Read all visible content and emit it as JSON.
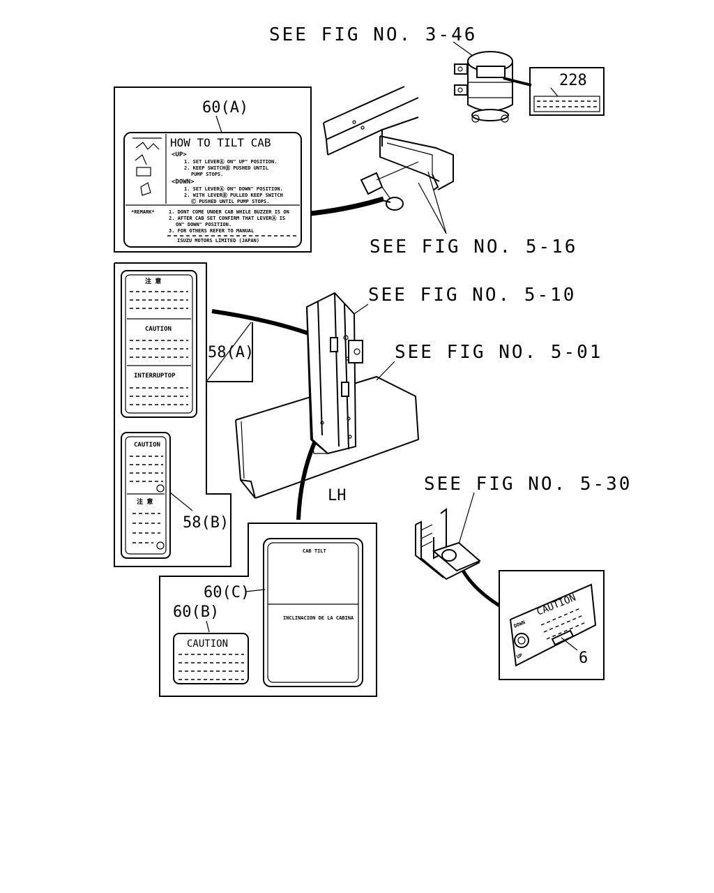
{
  "references": {
    "fig_3_46": "SEE FIG NO. 3-46",
    "fig_5_16": "SEE FIG NO. 5-16",
    "fig_5_10": "SEE FIG NO. 5-10",
    "fig_5_01": "SEE FIG NO. 5-01",
    "fig_5_30": "SEE FIG NO. 5-30"
  },
  "callouts": {
    "c228": "228",
    "c60a": "60(A)",
    "c58a": "58(A)",
    "c58b": "58(B)",
    "c60c": "60(C)",
    "c60b": "60(B)",
    "c6": "6",
    "lh": "LH"
  },
  "label_60a": {
    "title": "HOW TO TILT CAB",
    "up": "<UP>",
    "up_1": "1. SET LEVERⒶ ON\" UP\" POSITION.",
    "up_2": "2. KEEP SWITCHⒷ PUSHED UNTIL",
    "up_3": "PUMP STOPS.",
    "down": "<DOWN>",
    "down_1": "1. SET LEVERⒶ ON\" DOWN\" POSITION.",
    "down_2": "2. WITH LEVERⒷ PULLED KEEP SWITCH",
    "down_3": "Ⓒ PUSHED UNTIL PUMP STOPS.",
    "remark": "*REMARK*",
    "remark_1": "1. DONT COME UNDER CAB WHILE BUZZER IS ON",
    "remark_2": "2. AFTER CAB SET CONFIRM THAT LEVERⒶ IS",
    "remark_3": "ON\" DOWN\" POSITION.",
    "remark_4": "3. FOR OTHERS REFER TO MANUAL",
    "maker": "ISUZU MOTORS LIMITED (JAPAN)"
  },
  "label_58a": {
    "header": "注  意",
    "caution": "CAUTION",
    "interruptor": "INTERRUPTOP"
  },
  "label_58b": {
    "caution": "CAUTION",
    "header": "注  意"
  },
  "label_60c": {
    "top": "CAB TILT",
    "bottom": "INCLINACION DE LA CABINA"
  },
  "label_60b": {
    "caution": "CAUTION"
  },
  "label_6": {
    "caution": "CAUTION",
    "down": "DOWN",
    "up": "UP"
  }
}
